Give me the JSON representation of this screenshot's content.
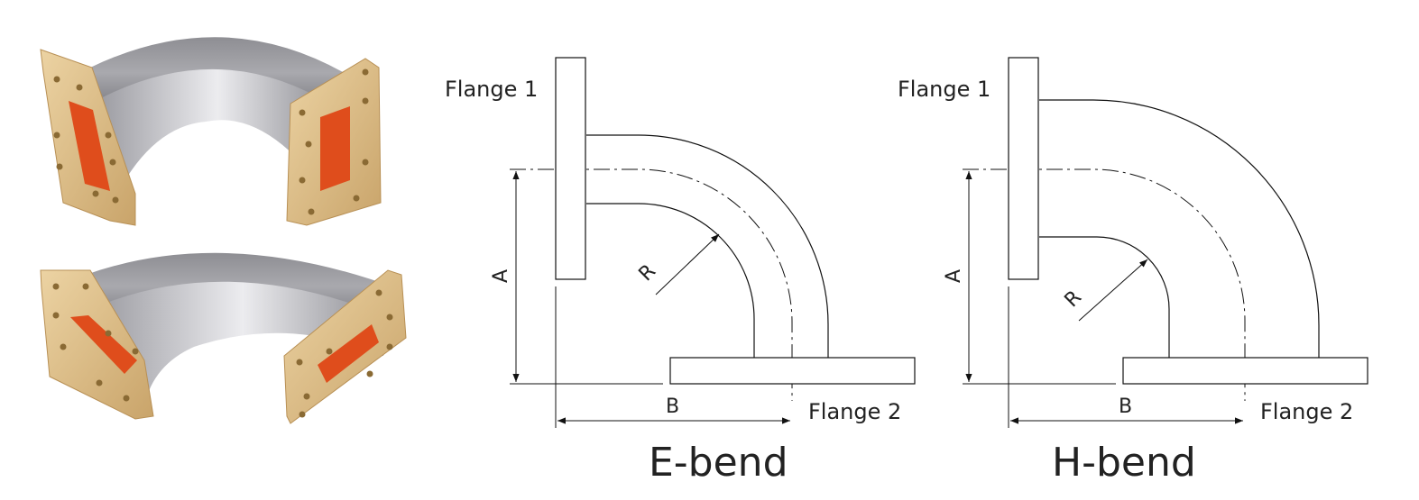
{
  "e_bend": {
    "title": "E-bend",
    "flange1": "Flange 1",
    "flange2": "Flange 2",
    "dim_a": "A",
    "dim_b": "B",
    "radius": "R"
  },
  "h_bend": {
    "title": "H-bend",
    "flange1": "Flange 1",
    "flange2": "Flange 2",
    "dim_a": "A",
    "dim_b": "B",
    "radius": "R"
  },
  "colors": {
    "flange_gold": "#e0c08a",
    "aperture_red": "#e0501e",
    "body_silver": "#a6a6ab",
    "line": "#111111"
  },
  "photos": [
    "e-bend-waveguide-photo",
    "h-bend-waveguide-photo"
  ]
}
